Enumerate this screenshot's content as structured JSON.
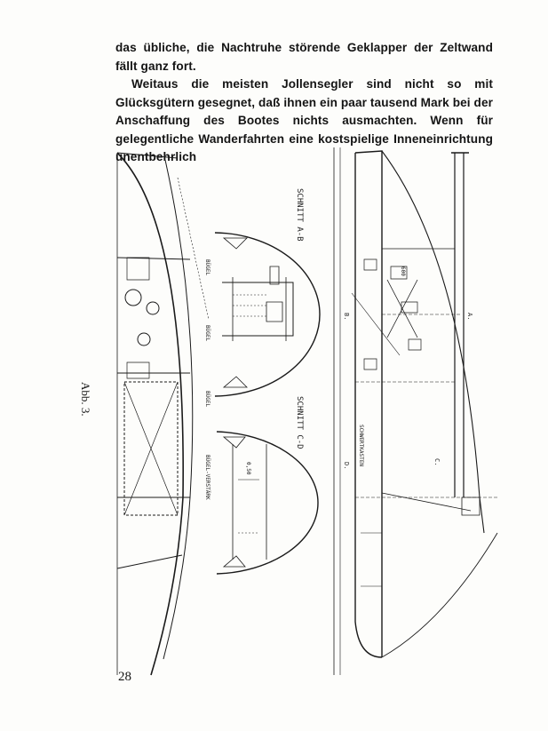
{
  "text": {
    "para1": "das übliche, die Nachtruhe störende Geklapper der Zeltwand fällt ganz fort.",
    "para2": "Weitaus die meisten Jollensegler sind nicht so mit Glücksgütern gesegnet, daß ihnen ein paar tausend Mark bei der Anschaffung des Bootes nichts ausmachten. Wenn für gelegentliche Wanderfahrten eine kostspielige Inneneinrichtung unentbehrlich"
  },
  "figure": {
    "caption": "Abb. 3.",
    "labels": {
      "schnitt_ab": "SCHNITT A-B",
      "schnitt_cd": "SCHNITT C-D",
      "buegel_1": "BÜGEL",
      "buegel_2": "BÜGEL",
      "buegel_3": "BÜGEL",
      "buegel_verstaerkung": "BÜGEL-VERSTÄRK",
      "schwertkasten": "SCHWERTKASTEN",
      "dim_600": "600",
      "dim_050": "0,50",
      "letter_a": "A.",
      "letter_b": "B.",
      "letter_c": "C.",
      "letter_d": "D."
    }
  },
  "page_number": "28"
}
